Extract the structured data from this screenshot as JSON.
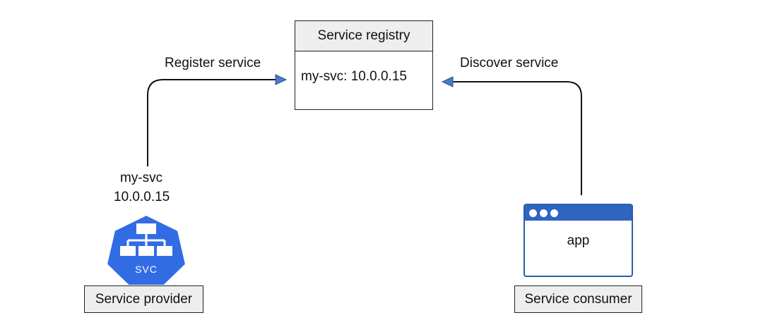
{
  "registry": {
    "title": "Service registry",
    "entry": "my-svc: 10.0.0.15"
  },
  "arrows": {
    "register_label": "Register service",
    "discover_label": "Discover service"
  },
  "provider": {
    "name": "my-svc",
    "ip": "10.0.0.15",
    "icon_label": "SVC",
    "icon": "kubernetes-service-icon",
    "role_label": "Service provider"
  },
  "consumer": {
    "app_label": "app",
    "icon": "app-window-icon",
    "role_label": "Service consumer"
  },
  "colors": {
    "accent_blue": "#326ce5",
    "arrow_fill": "#4a7ac7",
    "box_header": "#eeeeee"
  }
}
